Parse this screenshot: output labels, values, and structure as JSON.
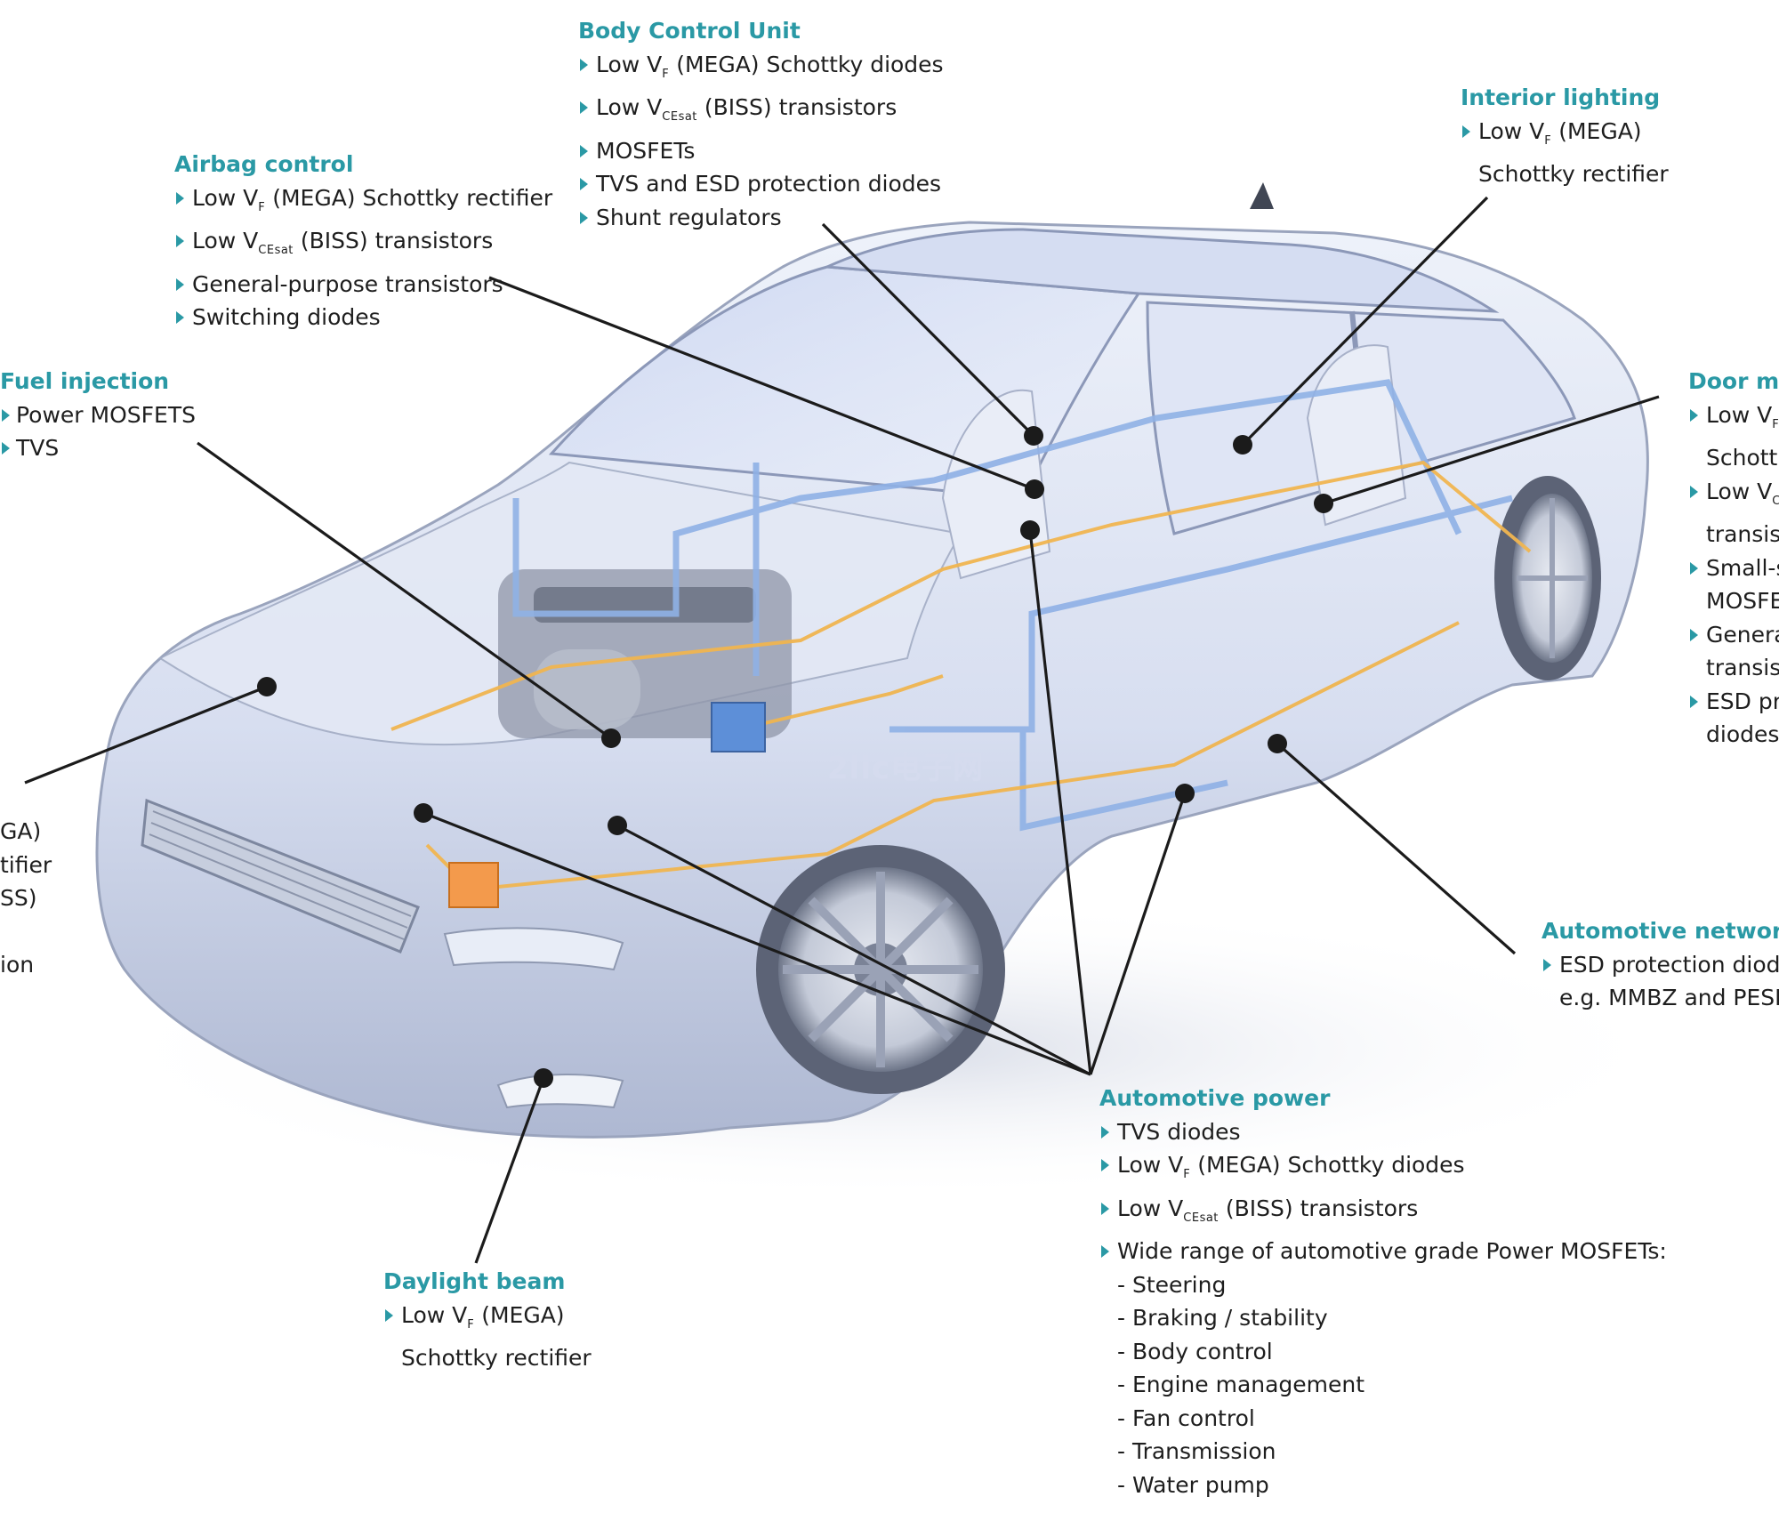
{
  "callouts": {
    "body_control": {
      "title": "Body Control Unit",
      "items": [
        {
          "prefix": "Low V",
          "sub": "F",
          "suffix": " (MEGA) Schottky diodes"
        },
        {
          "prefix": "Low V",
          "sub": "CEsat",
          "suffix": " (BISS) transistors"
        },
        {
          "prefix": "MOSFETs",
          "sub": "",
          "suffix": ""
        },
        {
          "prefix": "TVS and ESD protection diodes",
          "sub": "",
          "suffix": ""
        },
        {
          "prefix": "Shunt regulators",
          "sub": "",
          "suffix": ""
        }
      ]
    },
    "airbag": {
      "title": "Airbag control",
      "items": [
        {
          "prefix": "Low V",
          "sub": "F",
          "suffix": " (MEGA) Schottky rectifier"
        },
        {
          "prefix": "Low V",
          "sub": "CEsat",
          "suffix": " (BISS) transistors"
        },
        {
          "prefix": "General-purpose transistors",
          "sub": "",
          "suffix": ""
        },
        {
          "prefix": "Switching diodes",
          "sub": "",
          "suffix": ""
        }
      ]
    },
    "interior_lighting": {
      "title": "Interior lighting",
      "line1_prefix": "Low V",
      "line1_sub": "F",
      "line1_suffix": " (MEGA)",
      "line2": "Schottky rectifier"
    },
    "fuel_injection": {
      "title": "Fuel injection",
      "items": [
        "Power MOSFETS",
        "TVS"
      ]
    },
    "door_module": {
      "title": "Door mo",
      "items": [
        {
          "l1_prefix": "Low V",
          "l1_sub": "F",
          "l2": "Schottk"
        },
        {
          "l1_prefix": "Low V",
          "l1_sub": "CE",
          "l2": "transist"
        },
        {
          "l1_prefix": "Small-s",
          "l1_sub": "",
          "l2": "MOSFE"
        },
        {
          "l1_prefix": "Genera",
          "l1_sub": "",
          "l2": "transist"
        },
        {
          "l1_prefix": "ESD pr",
          "l1_sub": "",
          "l2": "diodes"
        }
      ]
    },
    "left_partial": {
      "lines": [
        "GA)",
        "tifier",
        "SS)",
        "",
        "ion"
      ]
    },
    "networking": {
      "title": "Automotive networkir",
      "line1": "ESD protection diode",
      "line2": "e.g. MMBZ and PESD"
    },
    "power": {
      "title": "Automotive power",
      "items": [
        {
          "prefix": "TVS diodes",
          "sub": "",
          "suffix": ""
        },
        {
          "prefix": "Low V",
          "sub": "F",
          "suffix": " (MEGA) Schottky diodes"
        },
        {
          "prefix": "Low V",
          "sub": "CEsat",
          "suffix": " (BISS) transistors"
        },
        {
          "prefix": "Wide range of automotive grade Power MOSFETs:",
          "sub": "",
          "suffix": ""
        }
      ],
      "subitems": [
        "- Steering",
        "- Braking / stability",
        "- Body control",
        "- Engine management",
        "- Fan control",
        "- Transmission",
        "- Water pump"
      ]
    },
    "daylight": {
      "title": "Daylight beam",
      "line1_prefix": "Low V",
      "line1_sub": "F",
      "line1_suffix": " (MEGA)",
      "line2": "Schottky rectifier"
    }
  },
  "watermark": "2lic电子网",
  "colors": {
    "title_teal": "#2a99a5",
    "body_text": "#1e1e1e",
    "leader_line": "#1b1b1b",
    "harness_blue": "#8fb1e6",
    "harness_orange": "#f0b550"
  }
}
